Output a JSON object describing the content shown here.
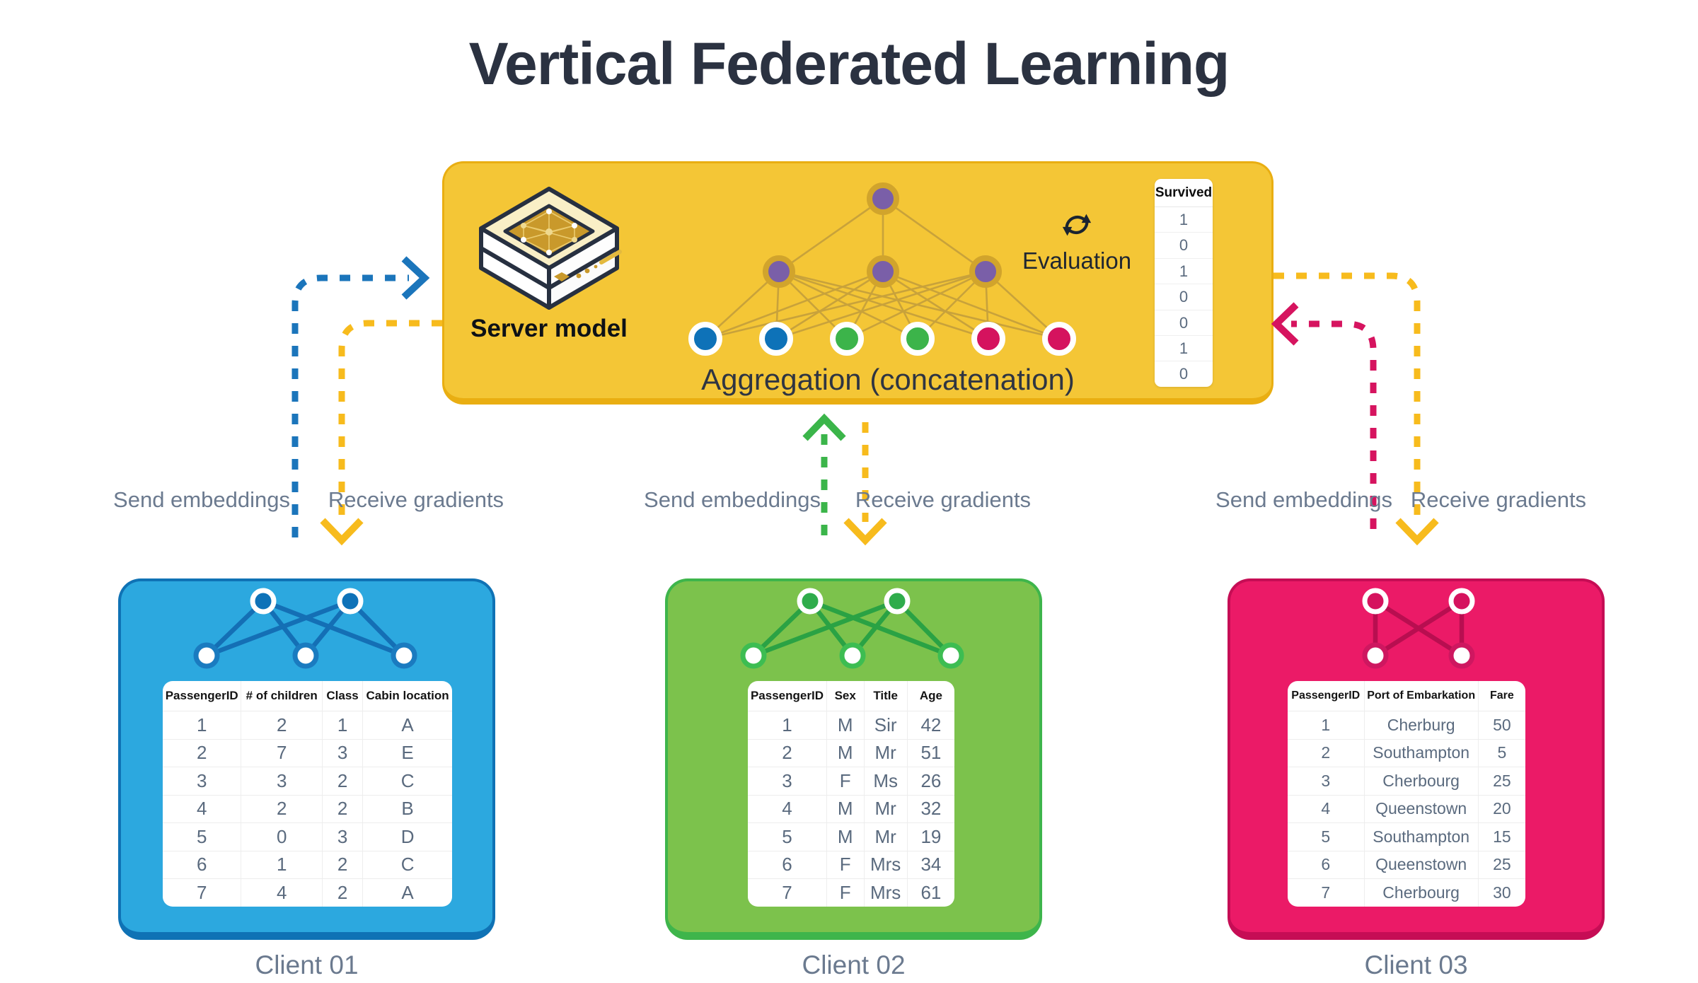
{
  "title": "Vertical Federated Learning",
  "server": {
    "model_label": "Server model",
    "aggregation_label": "Aggregation (concatenation)",
    "evaluation_label": "Evaluation",
    "survived_table": {
      "header": "Survived",
      "values": [
        "1",
        "0",
        "1",
        "0",
        "0",
        "1",
        "0"
      ]
    }
  },
  "flow_labels": {
    "send": "Send embeddings",
    "receive": "Receive gradients"
  },
  "clients": [
    {
      "name": "Client 01",
      "table": {
        "headers": [
          "PassengerID",
          "# of children",
          "Class",
          "Cabin location"
        ],
        "rows": [
          [
            "1",
            "2",
            "1",
            "A"
          ],
          [
            "2",
            "7",
            "3",
            "E"
          ],
          [
            "3",
            "3",
            "2",
            "C"
          ],
          [
            "4",
            "2",
            "2",
            "B"
          ],
          [
            "5",
            "0",
            "3",
            "D"
          ],
          [
            "6",
            "1",
            "2",
            "C"
          ],
          [
            "7",
            "4",
            "2",
            "A"
          ]
        ]
      }
    },
    {
      "name": "Client 02",
      "table": {
        "headers": [
          "PassengerID",
          "Sex",
          "Title",
          "Age"
        ],
        "rows": [
          [
            "1",
            "M",
            "Sir",
            "42"
          ],
          [
            "2",
            "M",
            "Mr",
            "51"
          ],
          [
            "3",
            "F",
            "Ms",
            "26"
          ],
          [
            "4",
            "M",
            "Mr",
            "32"
          ],
          [
            "5",
            "M",
            "Mr",
            "19"
          ],
          [
            "6",
            "F",
            "Mrs",
            "34"
          ],
          [
            "7",
            "F",
            "Mrs",
            "61"
          ]
        ]
      }
    },
    {
      "name": "Client 03",
      "table": {
        "headers": [
          "PassengerID",
          "Port of Embarkation",
          "Fare"
        ],
        "rows": [
          [
            "1",
            "Cherburg",
            "50"
          ],
          [
            "2",
            "Southampton",
            "5"
          ],
          [
            "3",
            "Cherbourg",
            "25"
          ],
          [
            "4",
            "Queenstown",
            "20"
          ],
          [
            "5",
            "Southampton",
            "15"
          ],
          [
            "6",
            "Queenstown",
            "25"
          ],
          [
            "7",
            "Cherbourg",
            "30"
          ]
        ]
      }
    }
  ],
  "palette": {
    "title_navy": "#2b3241",
    "label_gray": "#6b7a8f",
    "table_text": "#5a6a7e",
    "server_fill": "#f4c636",
    "server_border": "#e9ae12",
    "server_edge_lines": "#c8a23b",
    "purple_node": "#7a5fa8",
    "gold_ring": "#d1a42c",
    "blue_box": "#2ca8df",
    "blue_dark": "#0f72b5",
    "green_box": "#7cc24c",
    "green_dark": "#2aa244",
    "pink_box": "#eb1a67",
    "pink_dark": "#c60d55",
    "arrow_blue": "#1b75bb",
    "arrow_yellow": "#f7bb1d",
    "arrow_green": "#3bb54a",
    "arrow_pink": "#d6145f"
  }
}
